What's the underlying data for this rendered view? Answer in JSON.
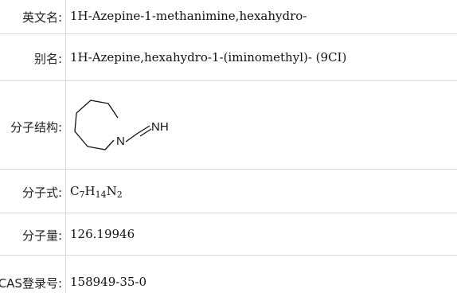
{
  "rows": [
    {
      "label": "英文名:",
      "value": "1H-Azepine-1-methanimine,hexahydro-"
    },
    {
      "label": "别名:",
      "value": "1H-Azepine,hexahydro-1-(iminomethyl)- (9CI)"
    },
    {
      "label": "分子结构:",
      "structure_label": "NH",
      "ring_atom": "N"
    },
    {
      "label": "分子式:",
      "formula": [
        {
          "el": "C",
          "n": "7"
        },
        {
          "el": "H",
          "n": "14"
        },
        {
          "el": "N",
          "n": "2"
        }
      ]
    },
    {
      "label": "分子量:",
      "value": "126.19946"
    },
    {
      "label": "CAS登录号:",
      "value": "158949-35-0"
    }
  ]
}
